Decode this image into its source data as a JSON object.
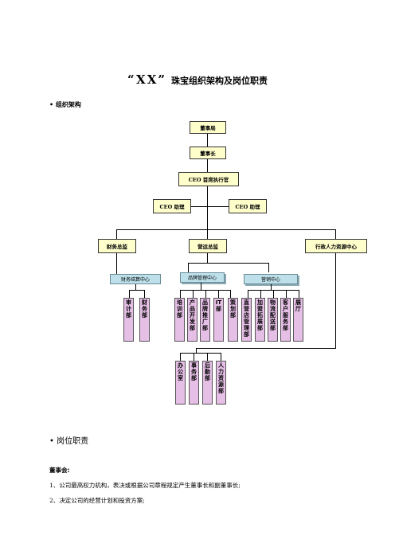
{
  "title": {
    "quote": "“XX”",
    "main": "珠宝组织架构及岗位职责"
  },
  "sections": {
    "org": "• 组织架构",
    "duties": "• 岗位职责"
  },
  "chart_data": {
    "type": "table",
    "nodes": {
      "board": "董事局",
      "chairman": "董事长",
      "ceo": "CEO 首席执行官",
      "ceo_asst_1": "CEO 助理",
      "ceo_asst_2": "CEO 助理",
      "finance_director": "财务总监",
      "ops_director": "营运总监",
      "hr_center": "行政人力资源中心",
      "fin_settle_center": "财务结算中心",
      "brand_center": "品牌管理中心",
      "marketing_center": "营销中心",
      "depts": [
        "审计部",
        "财务部",
        "培训部",
        "产品开发部",
        "品牌推广部",
        "IT部",
        "策划部",
        "直营店管理部",
        "加盟拓展部",
        "物流配送部",
        "客户服务部",
        "展厅"
      ],
      "hr_depts": [
        "办公室",
        "事务部",
        "后勤部",
        "人力资源部"
      ]
    }
  },
  "duties": {
    "board_heading": "董事会:",
    "items": [
      "1、公司最高权力机构，表决或根据公司章程规定产生董事长和副董事长;",
      "2、决定公司的经营计划和投资方案;"
    ]
  }
}
